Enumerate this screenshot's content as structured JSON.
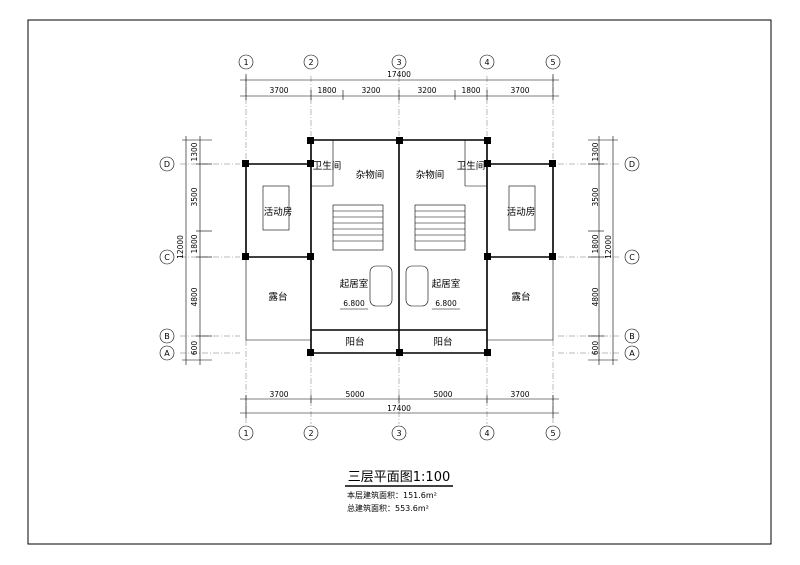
{
  "plan": {
    "title": "三层平面图1:100",
    "floor_area_text": "本层建筑面积：151.6m²",
    "total_area_text": "总建筑面积：553.6m²"
  },
  "axes": {
    "columns": [
      "1",
      "2",
      "3",
      "4",
      "5"
    ],
    "rows": [
      "D",
      "C",
      "B",
      "A"
    ]
  },
  "dims": {
    "top_total": "17400",
    "top_segments": [
      "3700",
      "1800",
      "3200",
      "3200",
      "1800",
      "3700"
    ],
    "bottom_total": "17400",
    "bottom_segments": [
      "3700",
      "5000",
      "5000",
      "3700"
    ],
    "side_segments": [
      "1300",
      "3500",
      "1800",
      "4800",
      "600"
    ],
    "side_total": "12000"
  },
  "rooms": {
    "bathroom": "卫生间",
    "storage": "杂物间",
    "activity": "活动房",
    "living": "起居室",
    "terrace": "露台",
    "balcony": "阳台",
    "elevation": "6.800"
  }
}
